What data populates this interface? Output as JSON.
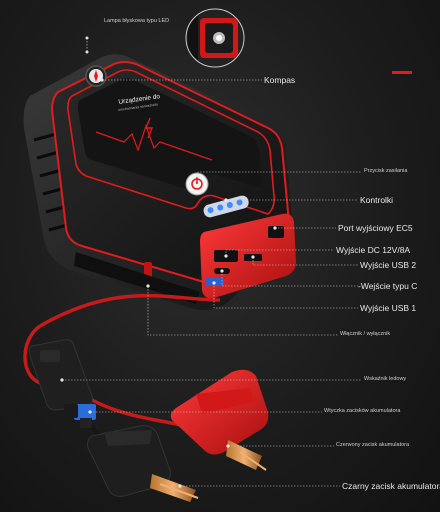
{
  "device": {
    "panel_title": "Urządzenie do",
    "panel_subtitle": "uruchamiania samochodu"
  },
  "callouts": [
    {
      "id": "led-lamp",
      "text": "Lampa błyskowa typu LED"
    },
    {
      "id": "compass",
      "text": "Kompas"
    },
    {
      "id": "power-button",
      "text": "Przycisk zasilania"
    },
    {
      "id": "indicators",
      "text": "Kontrolki"
    },
    {
      "id": "ec5-port",
      "text": "Port wyjściowy EC5"
    },
    {
      "id": "dc-out",
      "text": "Wyjście DC 12V/8A"
    },
    {
      "id": "usb2",
      "text": "Wyjście USB 2"
    },
    {
      "id": "usbc-in",
      "text": "-Wejście typu C"
    },
    {
      "id": "usb1",
      "text": "Wyjście USB 1"
    },
    {
      "id": "power-switch",
      "text": "Włącznik / wyłącznik"
    },
    {
      "id": "led-indicator",
      "text": "Wskaźnik ledowy"
    },
    {
      "id": "clamp-plug",
      "text": "Wtyczka zacisków akumulatora"
    },
    {
      "id": "red-clamp",
      "text": "Czerwony zacisk akumulatora"
    },
    {
      "id": "black-clamp",
      "text": "Czarny zacisk akumulatora"
    }
  ],
  "colors": {
    "accent_red": "#e21b1b",
    "body_black": "#1e1e1e",
    "led_blue": "#3d8bff"
  }
}
